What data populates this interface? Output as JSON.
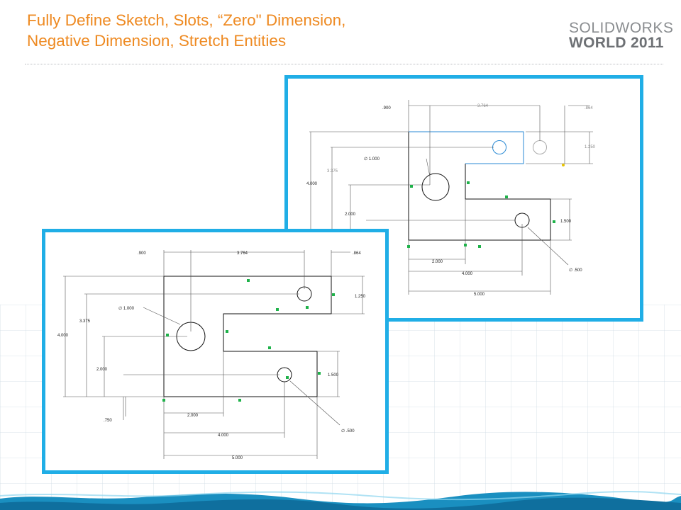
{
  "slide": {
    "title_line1": "Fully Define Sketch, Slots, “Zero\" Dimension,",
    "title_line2": "Negative Dimension, Stretch Entities",
    "logo_line1": "SOLIDWORKS",
    "logo_line2": "WORLD 2011"
  },
  "colors": {
    "title": "#ee8a22",
    "panel_border": "#20aee6",
    "relation_marker": "#1fb24a",
    "selected_entity": "#2a8ad4"
  },
  "drawing_back": {
    "dims": {
      "d900": ".900",
      "d3764": "3.764",
      "d864": ".864",
      "d1250": "1.250",
      "d3375": "3.375",
      "d4000": "4.000",
      "dia1000": "∅ 1.000",
      "d2000": "2.000",
      "d1500": "1.500",
      "d2000b": "2.000",
      "d4000b": "4.000",
      "d5000": "5.000",
      "dia500": "∅ .500"
    }
  },
  "drawing_front": {
    "dims": {
      "d900": ".900",
      "d3764": "3.764",
      "d864": ".864",
      "d1250": "1.250",
      "d3375": "3.375",
      "d4000": "4.000",
      "dia1000": "∅ 1.000",
      "d2000": "2.000",
      "d1500": "1.500",
      "d750": ".750",
      "d2000b": "2.000",
      "d4000b": "4.000",
      "d5000": "5.000",
      "dia500": "∅ .500"
    }
  }
}
